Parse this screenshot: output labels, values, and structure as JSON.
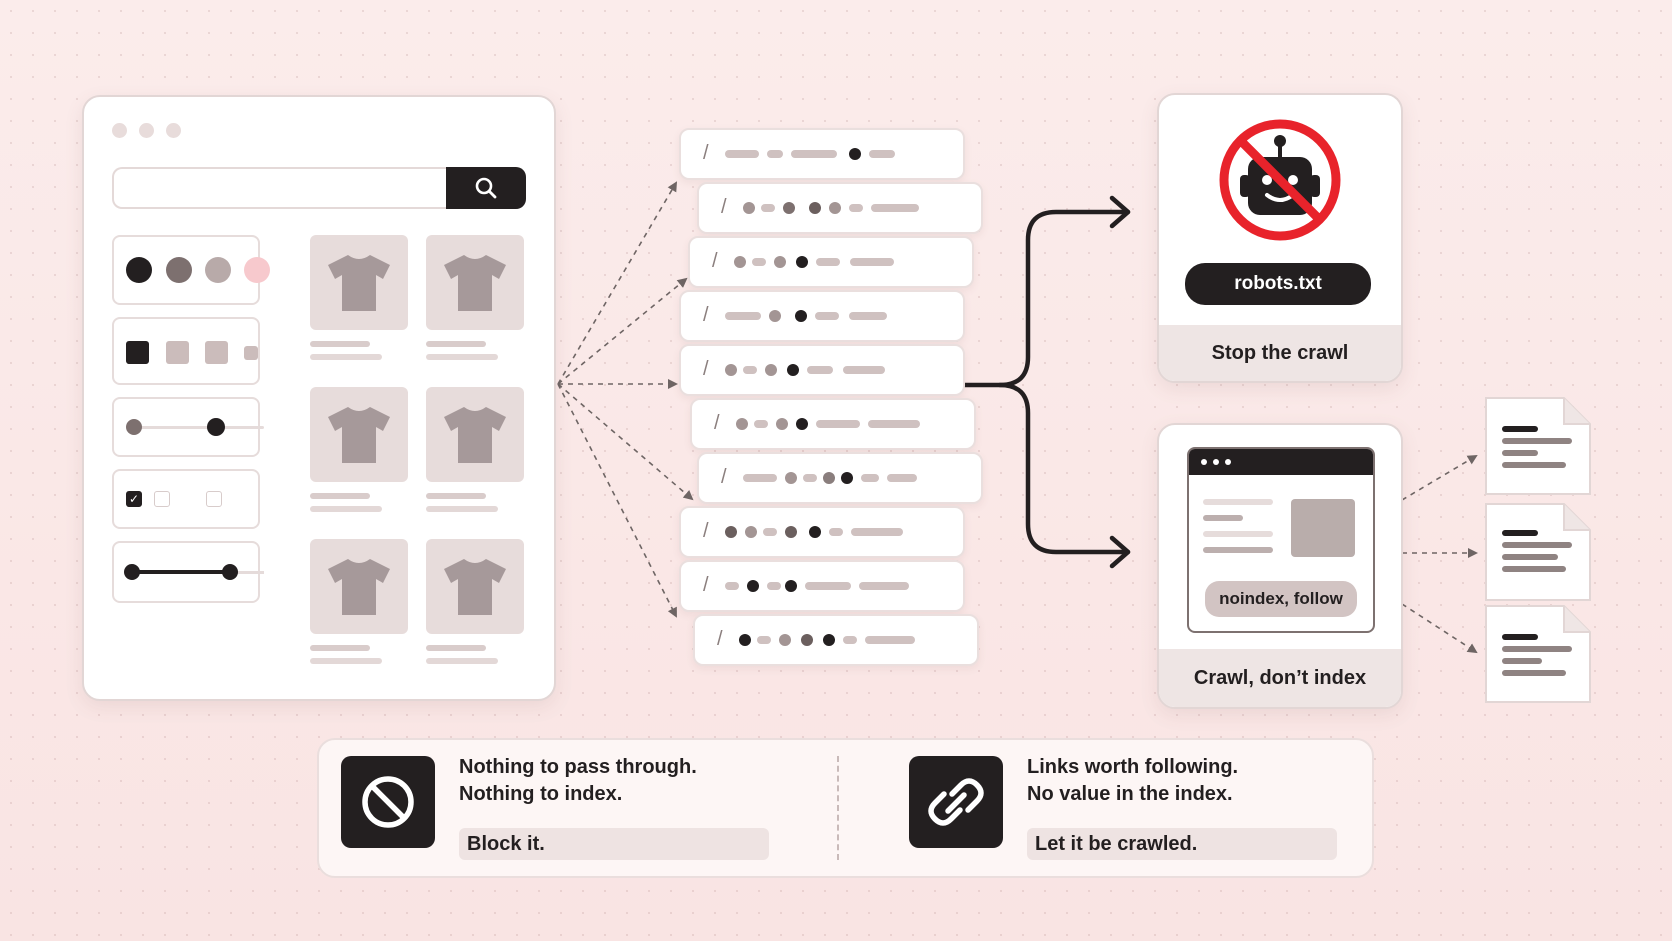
{
  "store": {
    "search_icon": "search-icon",
    "color_swatches": [
      "#231f20",
      "#7d706f",
      "#b8aaa9",
      "#f7c9cd"
    ],
    "product_icon": "tshirt-icon"
  },
  "robots": {
    "file_label": "robots.txt",
    "caption": "Stop the crawl",
    "icon": "robot-prohibited-icon",
    "prohibit_color": "#e8232b"
  },
  "noindex": {
    "tag_label": "noindex, follow",
    "caption": "Crawl, don’t index"
  },
  "legend": {
    "block": {
      "icon": "prohibited-icon",
      "line1": "Nothing to pass through.",
      "line2": "Nothing to index.",
      "action": "Block it."
    },
    "crawl": {
      "icon": "link-icon",
      "line1": "Links worth following.",
      "line2": "No value in the index.",
      "action": "Let it be crawled."
    }
  },
  "colors": {
    "ink": "#231f20",
    "muted": "#cfc1c0",
    "background": "#fbeceb"
  }
}
